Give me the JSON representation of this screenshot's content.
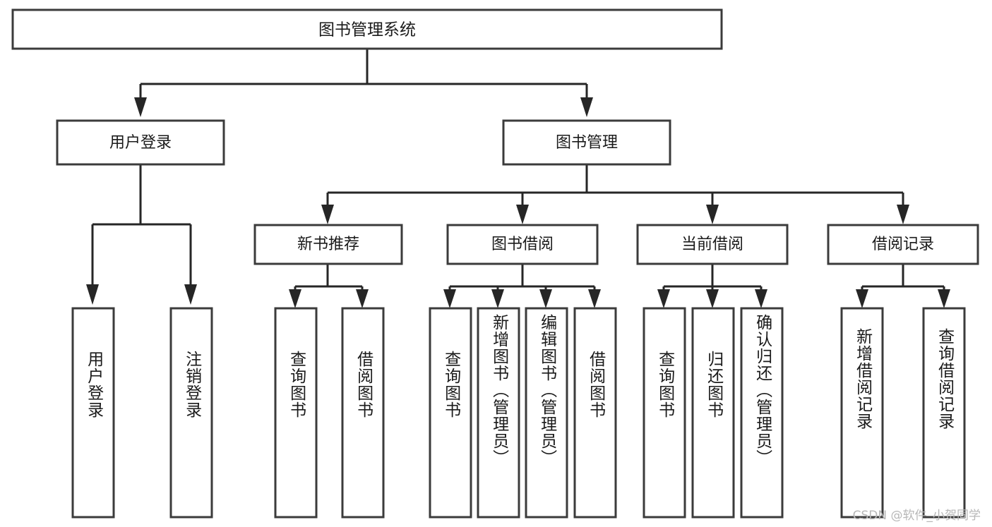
{
  "diagram": {
    "type": "tree-hierarchy",
    "title": "图书管理系统",
    "watermark": "CSDN @软件_小贺同学",
    "colors": {
      "box_stroke": "#3b3b3b",
      "connector": "#262626",
      "text": "#1a1a1a",
      "background": "#ffffff",
      "watermark": "#b7b7b7"
    },
    "root": {
      "label": "图书管理系统"
    },
    "level2": [
      {
        "label": "用户登录"
      },
      {
        "label": "图书管理"
      }
    ],
    "level3": [
      {
        "label": "新书推荐"
      },
      {
        "label": "图书借阅"
      },
      {
        "label": "当前借阅"
      },
      {
        "label": "借阅记录"
      }
    ],
    "leaves": [
      {
        "label": "用户登录",
        "parent": "用户登录"
      },
      {
        "label": "注销登录",
        "parent": "用户登录"
      },
      {
        "label": "查询图书",
        "parent": "新书推荐"
      },
      {
        "label": "借阅图书",
        "parent": "新书推荐"
      },
      {
        "label": "查询图书",
        "parent": "图书借阅"
      },
      {
        "label": "新增图书（管理员）",
        "parent": "图书借阅"
      },
      {
        "label": "编辑图书（管理员）",
        "parent": "图书借阅"
      },
      {
        "label": "借阅图书",
        "parent": "图书借阅"
      },
      {
        "label": "查询图书",
        "parent": "当前借阅"
      },
      {
        "label": "归还图书",
        "parent": "当前借阅"
      },
      {
        "label": "确认归还（管理员）",
        "parent": "当前借阅"
      },
      {
        "label": "新增借阅记录",
        "parent": "借阅记录"
      },
      {
        "label": "查询借阅记录",
        "parent": "借阅记录"
      }
    ]
  }
}
